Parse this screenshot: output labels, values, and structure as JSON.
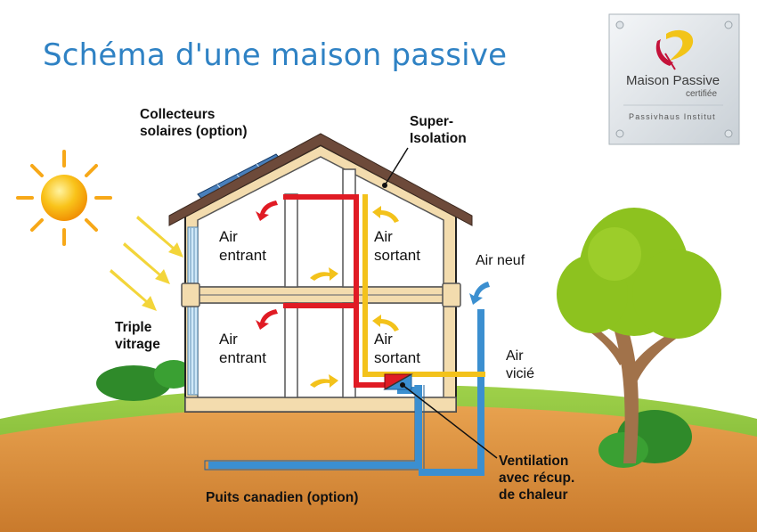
{
  "title": "Schéma d'une maison passive",
  "labels": {
    "collectors": [
      "Collecteurs",
      "solaires (option)"
    ],
    "insulation": [
      "Super-",
      "Isolation"
    ],
    "glazing": [
      "Triple",
      "vitrage"
    ],
    "fresh_air": "Air neuf",
    "stale_air": [
      "Air",
      "vicié"
    ],
    "ventilation": [
      "Ventilation",
      "avec récup.",
      "de chaleur"
    ],
    "canadian_well": "Puits canadien (option)"
  },
  "rooms": {
    "upper_left": [
      "Air",
      "entrant"
    ],
    "upper_right": [
      "Air",
      "sortant"
    ],
    "lower_left": [
      "Air",
      "entrant"
    ],
    "lower_right": [
      "Air",
      "sortant"
    ]
  },
  "certificate": {
    "name": "Maison Passive",
    "subtitle": "certifiée",
    "institute": "Passivhaus Institut"
  },
  "colors": {
    "title": "#2f82c4",
    "incoming_air": "#e01b24",
    "outgoing_air": "#f3c21b",
    "fresh_air": "#3b8fd0",
    "roof": "#6d4a3a",
    "walls": "#f3dcae",
    "ground": "#d88a3a",
    "hill": "#86c23a",
    "tree": "#8dc21f"
  },
  "icons": [
    "sun-icon",
    "roof-icon",
    "tree-icon",
    "heat-exchanger-icon",
    "solar-panel-icon",
    "certificate-plaque-icon"
  ]
}
